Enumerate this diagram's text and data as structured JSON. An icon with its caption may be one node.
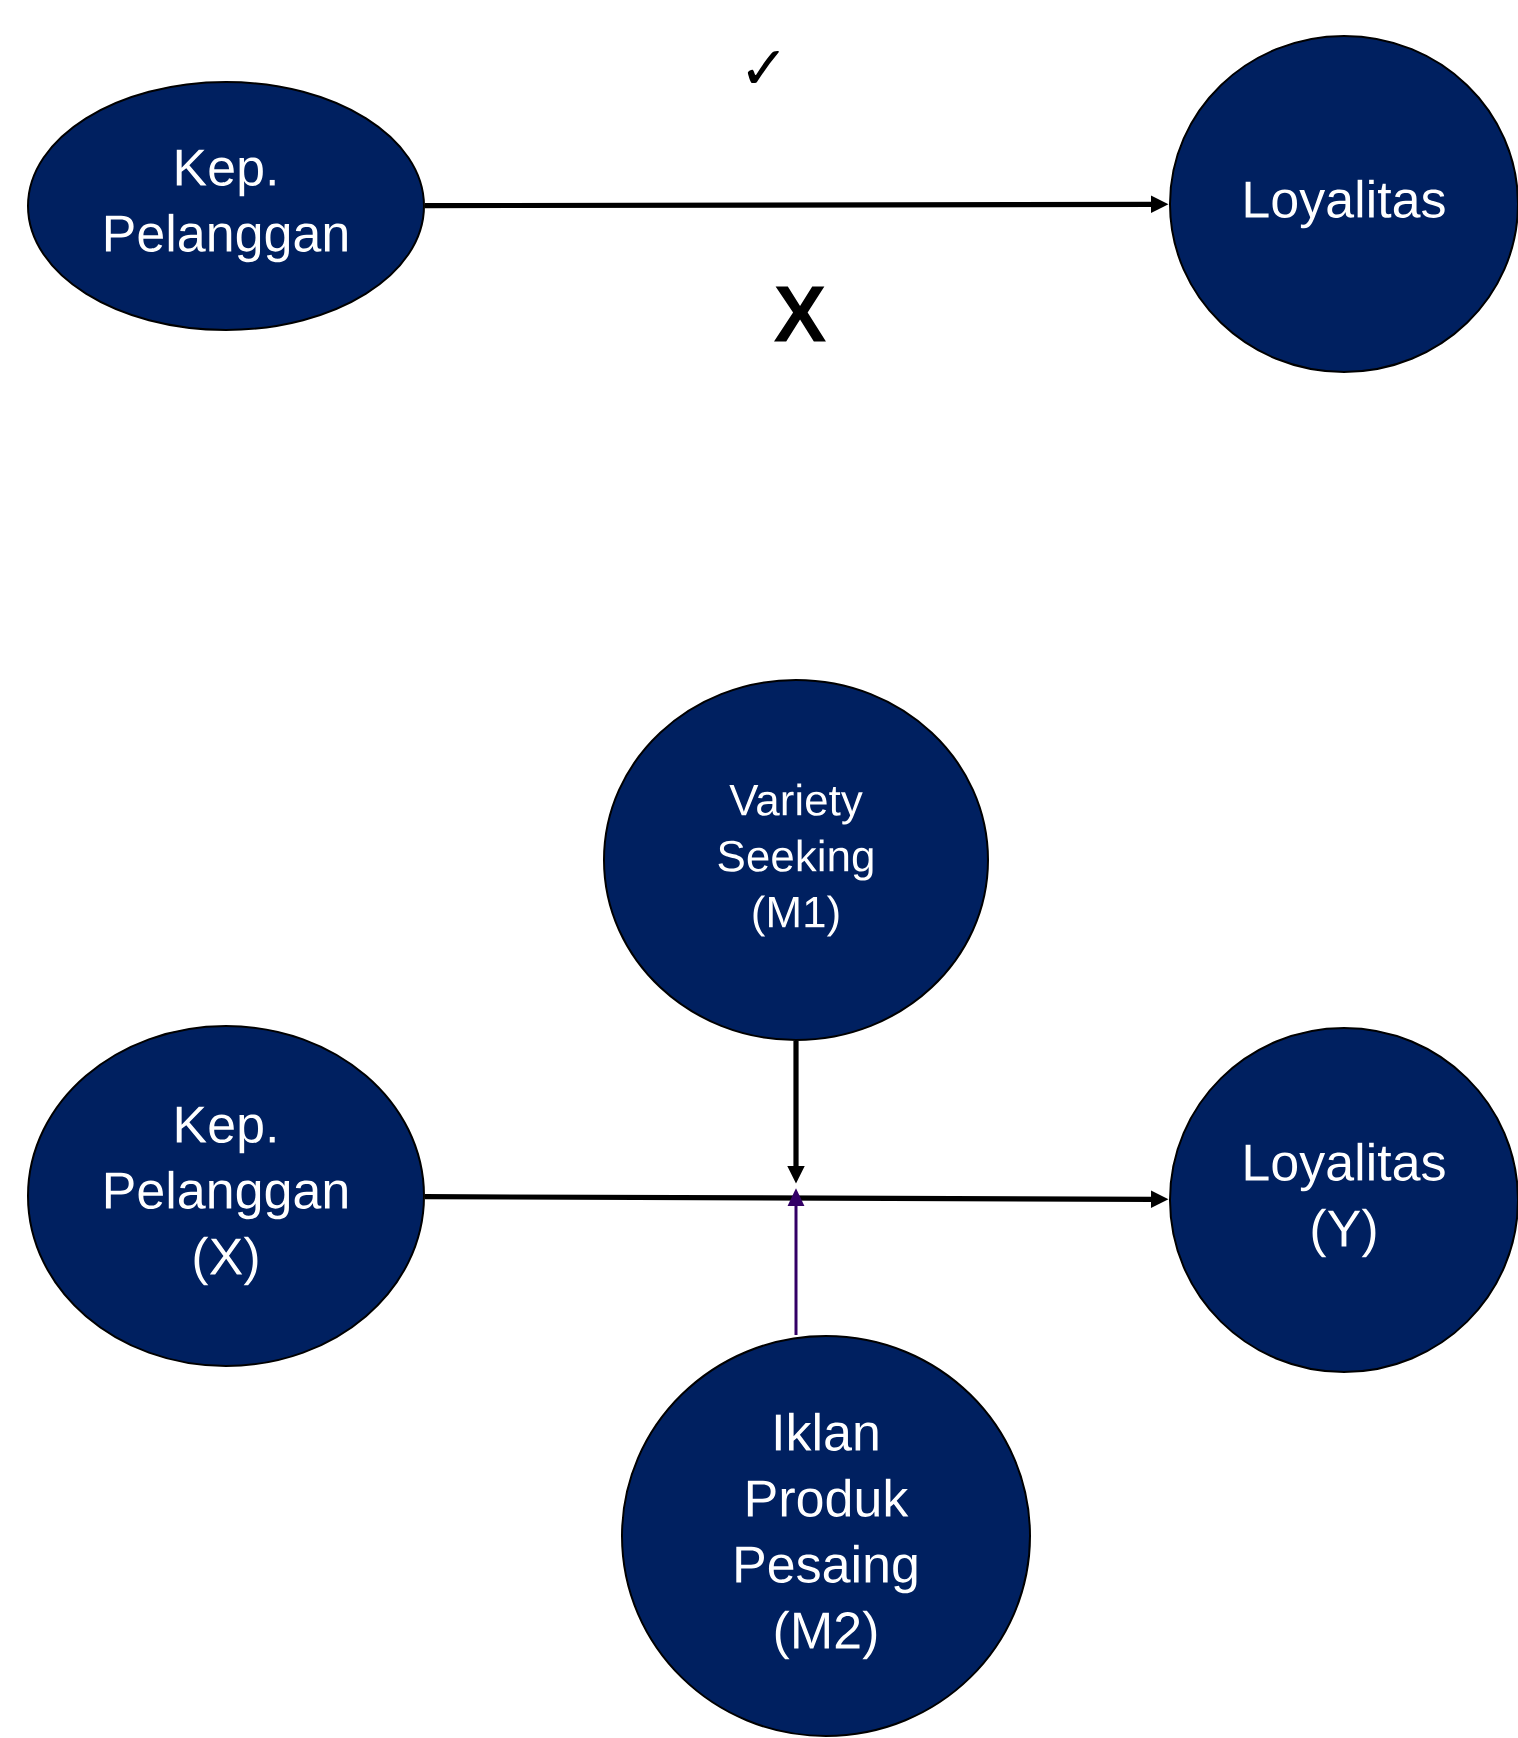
{
  "diagram": {
    "nodes": [
      {
        "text": [
          "Kep. Pelanggan"
        ]
      },
      {
        "text": [
          "Loyalitas"
        ]
      },
      {
        "text": [
          "Variety Seeking (M1)"
        ]
      },
      {
        "text": [
          "Kep. Pelanggan (X)"
        ]
      },
      {
        "text": [
          "Loyalitas (Y)"
        ]
      },
      {
        "text": [
          "Iklan Produk Pesaing (M2)"
        ]
      }
    ],
    "edges": [
      {
        "from": 0,
        "to": 1,
        "arrow": "to"
      },
      {
        "from": 3,
        "to": 4,
        "arrow": "to"
      },
      {
        "from": 2,
        "to": null,
        "arrow": "to"
      },
      {
        "from": 5,
        "to": null,
        "arrow": "to",
        "color": "#330066"
      }
    ],
    "labels": [
      "✓",
      "X"
    ]
  }
}
